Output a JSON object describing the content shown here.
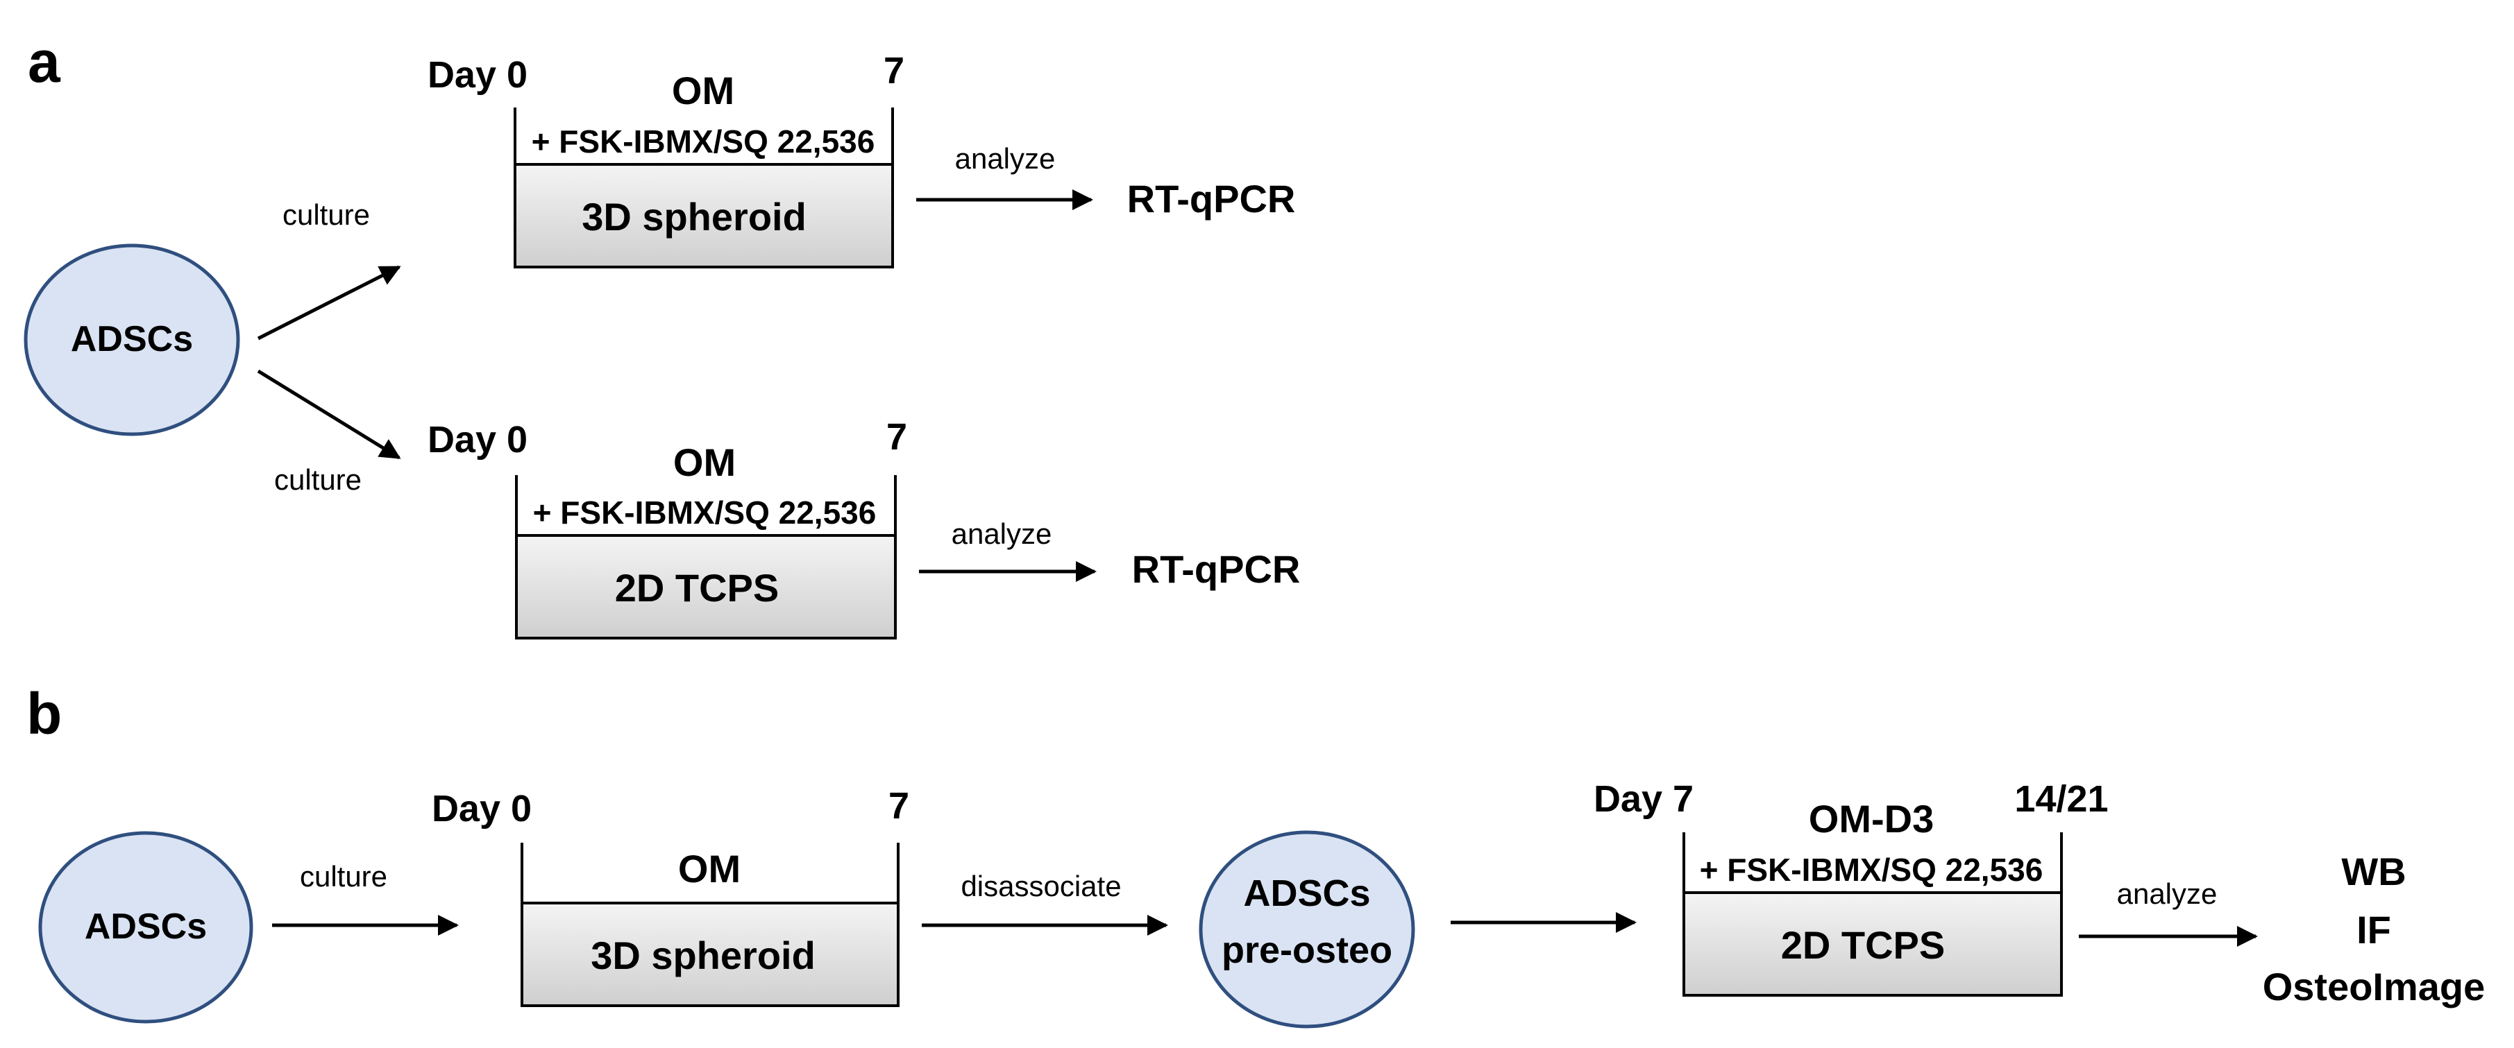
{
  "panel_a": {
    "label": "a",
    "source_node": "ADSCs",
    "branch_top_label": "culture",
    "branch_bottom_label": "culture",
    "top_workflow": {
      "start_day": "Day 0",
      "end_day": "7",
      "medium": "OM",
      "treatment": "+ FSK-IBMX/SQ 22,536",
      "culture": "3D spheroid",
      "arrow_label": "analyze",
      "readout": "RT-qPCR"
    },
    "bottom_workflow": {
      "start_day": "Day 0",
      "end_day": "7",
      "medium": "OM",
      "treatment": "+ FSK-IBMX/SQ 22,536",
      "culture": "2D TCPS",
      "arrow_label": "analyze",
      "readout": "RT-qPCR"
    }
  },
  "panel_b": {
    "label": "b",
    "source_node": "ADSCs",
    "step1_arrow_label": "culture",
    "step1": {
      "start_day": "Day 0",
      "end_day": "7",
      "medium": "OM",
      "culture": "3D spheroid"
    },
    "step2_arrow_label": "disassociate",
    "intermediate_node": {
      "line1": "ADSCs",
      "line2": "pre-osteo"
    },
    "step3": {
      "start_day": "Day 7",
      "end_day": "14/21",
      "medium": "OM-D3",
      "treatment": "+ FSK-IBMX/SQ 22,536",
      "culture": "2D TCPS"
    },
    "step3_arrow_label": "analyze",
    "readouts": [
      "WB",
      "IF",
      "OsteoImage"
    ]
  },
  "colors": {
    "node_fill": "#dae3f3",
    "node_stroke": "#2f4f7f",
    "box_gradient_top": "#f4f4f4",
    "box_gradient_bottom": "#cfcfcf",
    "line": "#000000",
    "text": "#000000"
  }
}
